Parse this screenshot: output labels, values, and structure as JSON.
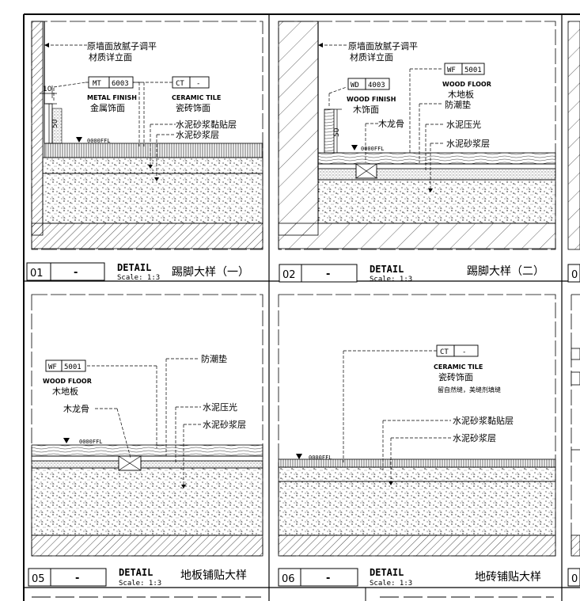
{
  "panels": {
    "p01": {
      "number": "01",
      "dash": "-",
      "detail": "DETAIL",
      "scale": "Scale:  1:3",
      "title": "踢脚大样（一）",
      "note_wall_1": "原墙面放腻子调平",
      "note_wall_2": "材质详立面",
      "tag1_code": "MT",
      "tag1_num": "6003",
      "tag1_en": "METAL FINISH",
      "tag1_cn": "金属饰面",
      "tag2_code": "CT",
      "tag2_num": "-",
      "tag2_en": "CERAMIC TILE",
      "tag2_cn": "瓷砖饰面",
      "note_a": "水泥砂浆黏贴层",
      "note_b": "水泥砂浆层",
      "dim_10": "10",
      "dim_50": "50",
      "ffl": "0000FFL"
    },
    "p02": {
      "number": "02",
      "dash": "-",
      "detail": "DETAIL",
      "scale": "Scale:  1:3",
      "title": "踢脚大样（二）",
      "note_wall_1": "原墙面放腻子调平",
      "note_wall_2": "材质详立面",
      "tag1_code": "WD",
      "tag1_num": "4003",
      "tag1_en": "WOOD FINISH",
      "tag1_cn": "木饰面",
      "tag2_code": "WF",
      "tag2_num": "5001",
      "tag2_en": "WOOD FLOOR",
      "tag2_cn": "木地板",
      "note_moist": "防潮垫",
      "note_keel": "木龙骨",
      "note_press": "水泥压光",
      "note_mortar": "水泥砂浆层",
      "dim_50": "50",
      "ffl": "0000FFL"
    },
    "p05": {
      "number": "05",
      "dash": "-",
      "detail": "DETAIL",
      "scale": "Scale:  1:3",
      "title": "地板铺贴大样",
      "tag_code": "WF",
      "tag_num": "5001",
      "tag_en": "WOOD FLOOR",
      "tag_cn": "木地板",
      "note_moist": "防潮垫",
      "note_keel": "木龙骨",
      "note_press": "水泥压光",
      "note_mortar": "水泥砂浆层",
      "ffl": "0000FFL"
    },
    "p06": {
      "number": "06",
      "dash": "-",
      "detail": "DETAIL",
      "scale": "Scale:  1:3",
      "title": "地砖铺贴大样",
      "tag_code": "CT",
      "tag_num": "-",
      "tag_en": "CERAMIC TILE",
      "tag_cn": "瓷砖饰面",
      "tag_note": "留自然缝，美缝剂填缝",
      "note_a": "水泥砂浆黏贴层",
      "note_b": "水泥砂浆层",
      "ffl": "0000FFL"
    },
    "partial_right": {
      "number_fragment": "0"
    }
  }
}
